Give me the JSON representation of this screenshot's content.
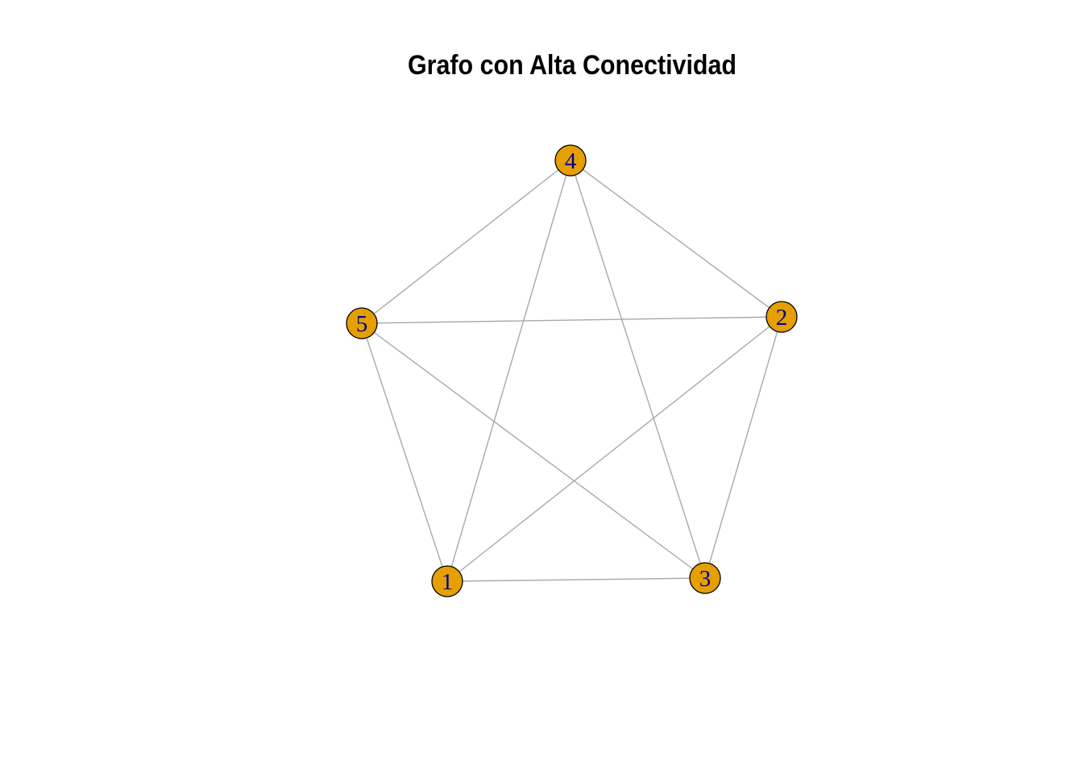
{
  "title": "Grafo con Alta Conectividad",
  "colors": {
    "background": "#ffffff",
    "title": "#000000",
    "node_fill": "#E69F00",
    "node_stroke": "#000000",
    "node_label": "#00008B",
    "edge": "#A9A9A9"
  },
  "graph": {
    "nodes": [
      {
        "id": "1",
        "label": "1"
      },
      {
        "id": "2",
        "label": "2"
      },
      {
        "id": "3",
        "label": "3"
      },
      {
        "id": "4",
        "label": "4"
      },
      {
        "id": "5",
        "label": "5"
      }
    ],
    "edges": [
      [
        "1",
        "2"
      ],
      [
        "1",
        "3"
      ],
      [
        "1",
        "4"
      ],
      [
        "1",
        "5"
      ],
      [
        "2",
        "3"
      ],
      [
        "2",
        "4"
      ],
      [
        "2",
        "5"
      ],
      [
        "3",
        "4"
      ],
      [
        "3",
        "5"
      ],
      [
        "4",
        "5"
      ]
    ]
  }
}
